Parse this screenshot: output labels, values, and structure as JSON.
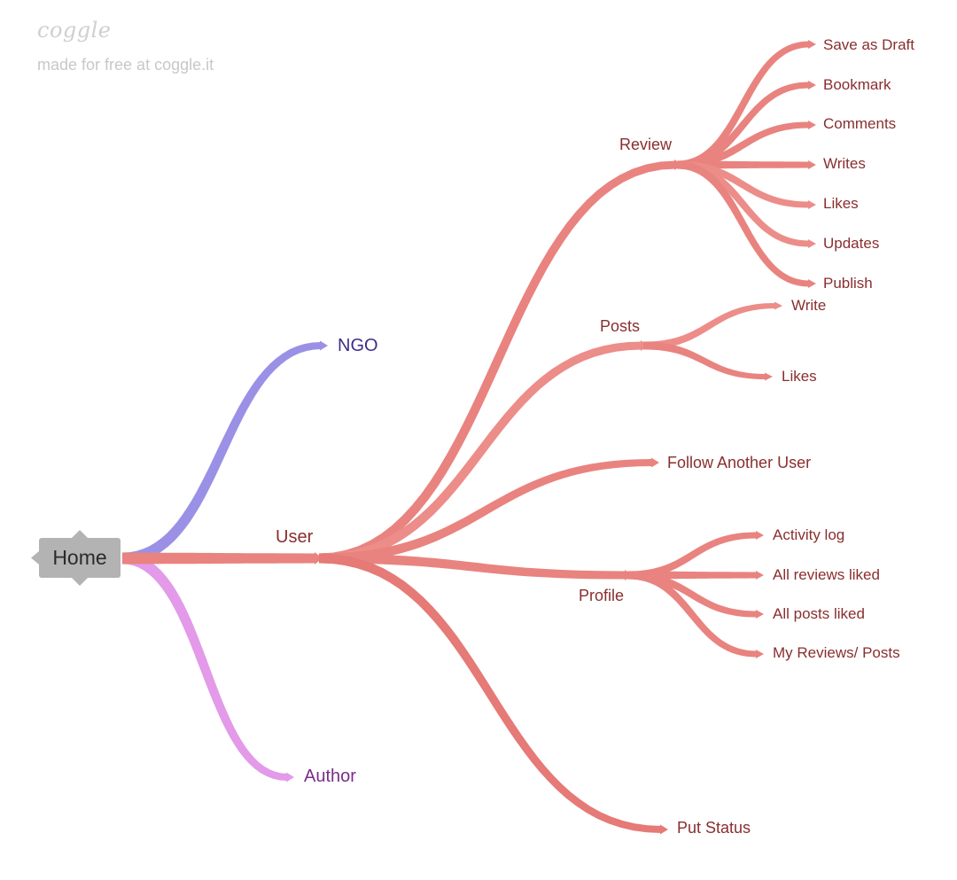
{
  "brand": {
    "logo_text": "coggle",
    "tagline": "made for free at coggle.it"
  },
  "colors": {
    "ngo": "#9a91e6",
    "ngo_text": "#3b2f8a",
    "user": "#e9837f",
    "user_text": "#8a2e2e",
    "author": "#e29ae9",
    "author_text": "#7a2d8a",
    "root_fill": "#b3b3b3"
  },
  "root": {
    "label": "Home"
  },
  "branches": {
    "ngo": {
      "label": "NGO"
    },
    "author": {
      "label": "Author"
    },
    "user": {
      "label": "User",
      "review": {
        "label": "Review",
        "children": [
          "Save as Draft",
          "Bookmark",
          "Comments",
          "Writes",
          "Likes",
          "Updates",
          "Publish"
        ]
      },
      "posts": {
        "label": "Posts",
        "children": [
          "Write",
          "Likes"
        ]
      },
      "follow": {
        "label": "Follow Another User"
      },
      "profile": {
        "label": "Profile",
        "children": [
          "Activity log",
          "All reviews liked",
          "All posts liked",
          "My Reviews/ Posts"
        ]
      },
      "status": {
        "label": "Put Status"
      }
    }
  }
}
